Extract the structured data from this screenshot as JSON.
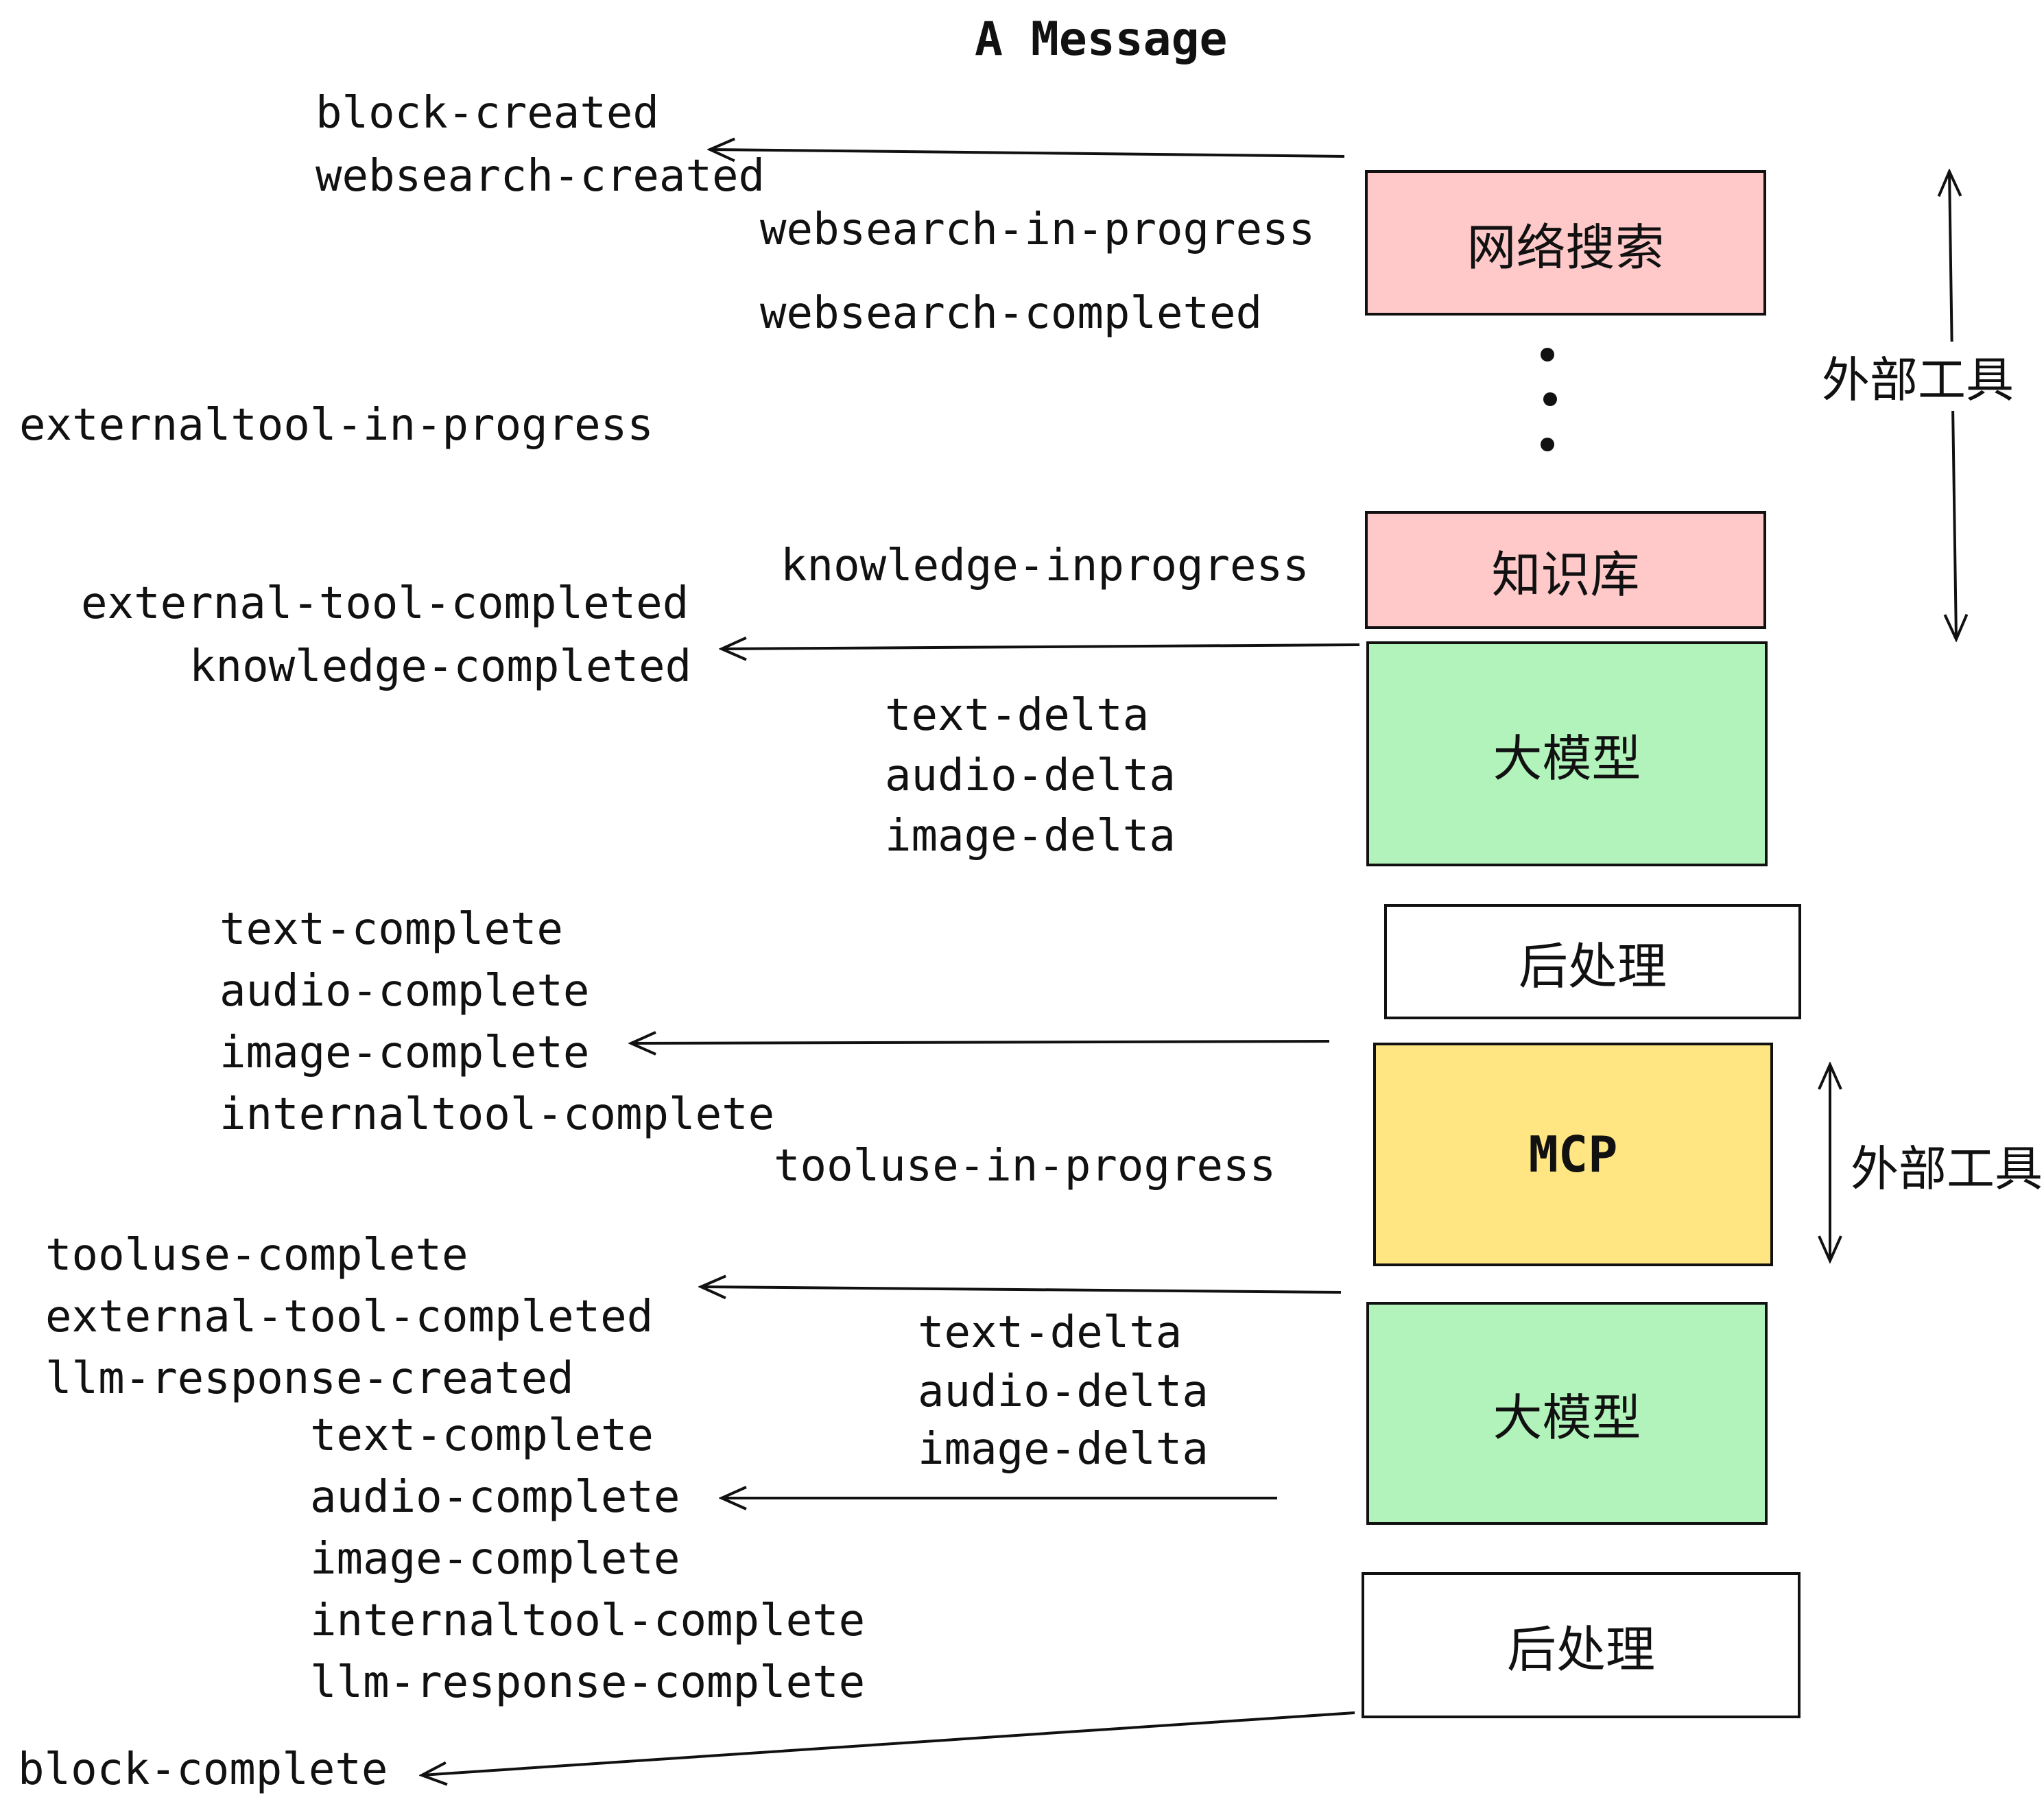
{
  "title": "A Message",
  "events": {
    "block_created": "block-created",
    "websearch_created": "websearch-created",
    "websearch_in_progress": "websearch-in-progress",
    "websearch_completed": "websearch-completed",
    "externaltool_in_progress": "externaltool-in-progress",
    "knowledge_inprogress": "knowledge-inprogress",
    "external_tool_completed": "external-tool-completed",
    "knowledge_completed": "knowledge-completed",
    "text_delta": "text-delta",
    "audio_delta": "audio-delta",
    "image_delta": "image-delta",
    "text_complete": "text-complete",
    "audio_complete": "audio-complete",
    "image_complete": "image-complete",
    "internaltool_complete": "internaltool-complete",
    "tooluse_in_progress": "tooluse-in-progress",
    "tooluse_complete": "tooluse-complete",
    "llm_response_created": "llm-response-created",
    "llm_response_complete": "llm-response-complete",
    "block_complete": "block-complete"
  },
  "nodes": {
    "websearch": {
      "label": "网络搜索",
      "color": "#ffc9c9"
    },
    "knowledge": {
      "label": "知识库",
      "color": "#ffc9c9"
    },
    "llm1": {
      "label": "大模型",
      "color": "#b2f2bb"
    },
    "post1": {
      "label": "后处理",
      "color": "#ffffff"
    },
    "mcp": {
      "label": "MCP",
      "color": "#ffe682"
    },
    "llm2": {
      "label": "大模型",
      "color": "#b2f2bb"
    },
    "post2": {
      "label": "后处理",
      "color": "#ffffff"
    }
  },
  "annotations": {
    "external_tools_top": "外部工具",
    "external_tools_bottom": "外部工具"
  }
}
